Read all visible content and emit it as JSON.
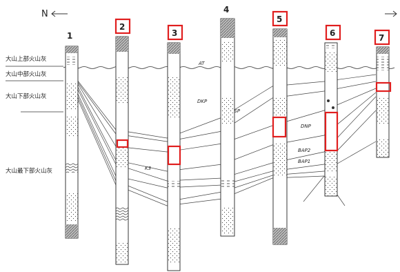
{
  "diagram": {
    "north_label": "N",
    "layer_labels": [
      "大山上部火山灰",
      "大山中部火山灰",
      "大山下部火山灰",
      "大山最下部火山灰"
    ],
    "columns": [
      {
        "number": "1",
        "highlighted": false
      },
      {
        "number": "2",
        "highlighted": true
      },
      {
        "number": "3",
        "highlighted": true
      },
      {
        "number": "4",
        "highlighted": false
      },
      {
        "number": "5",
        "highlighted": true
      },
      {
        "number": "6",
        "highlighted": true
      },
      {
        "number": "7",
        "highlighted": true
      }
    ],
    "unit_labels": [
      "AT",
      "DKP",
      "DSP",
      "DNP",
      "BAP2",
      "BAP1",
      "K3"
    ],
    "highlight_color": "#e01e1e"
  }
}
